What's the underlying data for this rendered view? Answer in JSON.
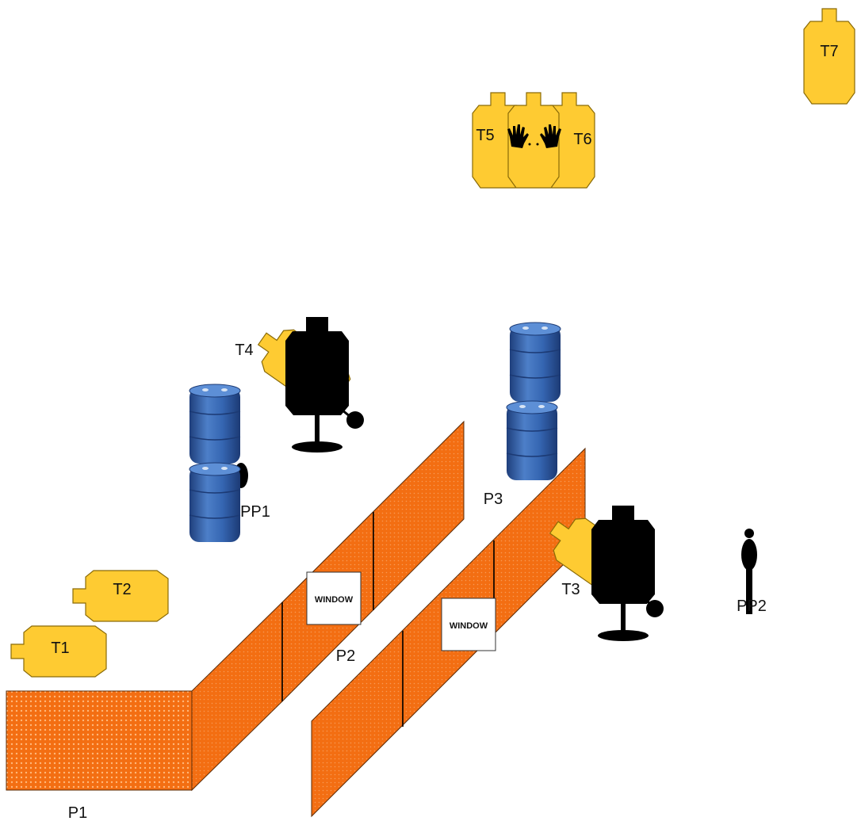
{
  "labels": {
    "t1": "T1",
    "t2": "T2",
    "t3": "T3",
    "t4": "T4",
    "t5": "T5",
    "t6": "T6",
    "t7": "T7",
    "p1": "P1",
    "p2": "P2",
    "p3": "P3",
    "pp1": "PP1",
    "pp2": "PP2",
    "window_a": "WINDOW",
    "window_b": "WINDOW"
  },
  "colors": {
    "target": "#fecb32",
    "wall": "#f36e12",
    "barrel": "#2f5ca6",
    "popper": "#000000"
  }
}
